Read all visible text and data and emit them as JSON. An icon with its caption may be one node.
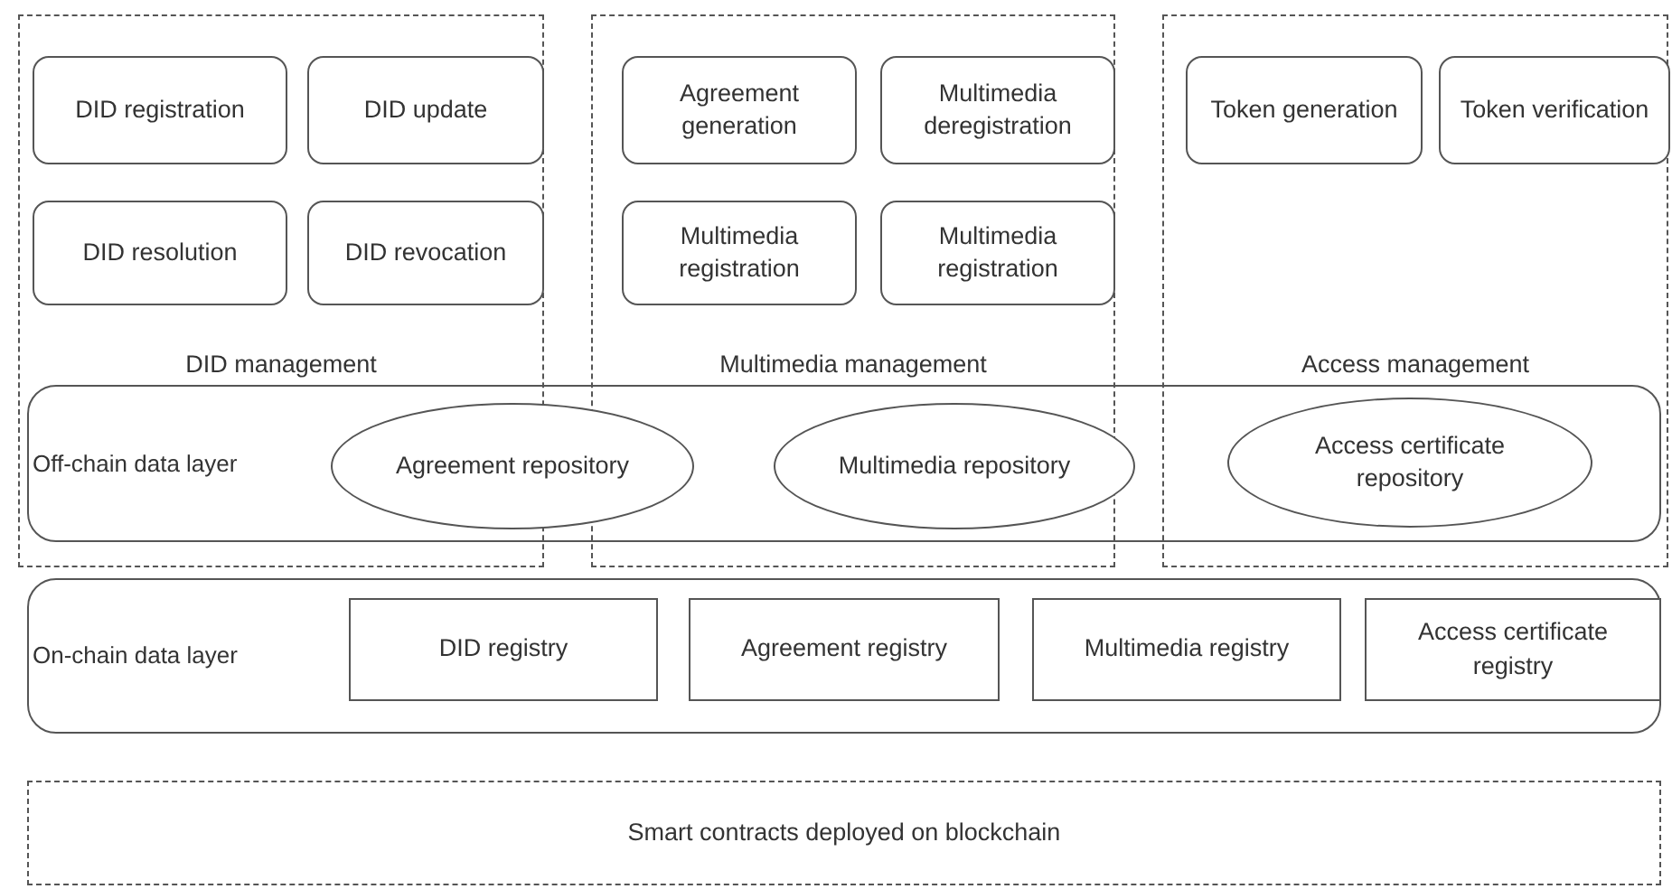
{
  "diagram": {
    "nodes": [
      {
        "text": [
          "DID management"
        ]
      },
      {
        "text": [
          "DID registration"
        ],
        "in": 0
      },
      {
        "text": [
          "DID update"
        ],
        "in": 0
      },
      {
        "text": [
          "DID resolution"
        ],
        "in": 0
      },
      {
        "text": [
          "DID revocation"
        ],
        "in": 0
      },
      {
        "text": [
          "Multimedia management"
        ]
      },
      {
        "text": [
          "Agreement generation"
        ],
        "in": 5
      },
      {
        "text": [
          "Multimedia deregistration"
        ],
        "in": 5
      },
      {
        "text": [
          "Multimedia registration"
        ],
        "in": 5
      },
      {
        "text": [
          "Multimedia registration"
        ],
        "in": 5
      },
      {
        "text": [
          "Access management"
        ]
      },
      {
        "text": [
          "Token generation"
        ],
        "in": 10
      },
      {
        "text": [
          "Token verification"
        ],
        "in": 10
      },
      {
        "text": [
          "Off-chain data layer"
        ]
      },
      {
        "text": [
          "Agreement repository"
        ],
        "in": 13
      },
      {
        "text": [
          "Multimedia repository"
        ],
        "in": 13
      },
      {
        "text": [
          "Access certificate repository"
        ]
      },
      {
        "text": [
          "On-chain data layer"
        ]
      },
      {
        "text": [
          "DID registry"
        ],
        "in": 17
      },
      {
        "text": [
          "Agreement registry"
        ],
        "in": 17
      },
      {
        "text": [
          "Multimedia registry"
        ],
        "in": 17
      },
      {
        "text": [
          "Access certificate registry"
        ],
        "in": 17
      },
      {
        "text": [
          "Smart contracts deployed on blockchain"
        ]
      }
    ]
  }
}
